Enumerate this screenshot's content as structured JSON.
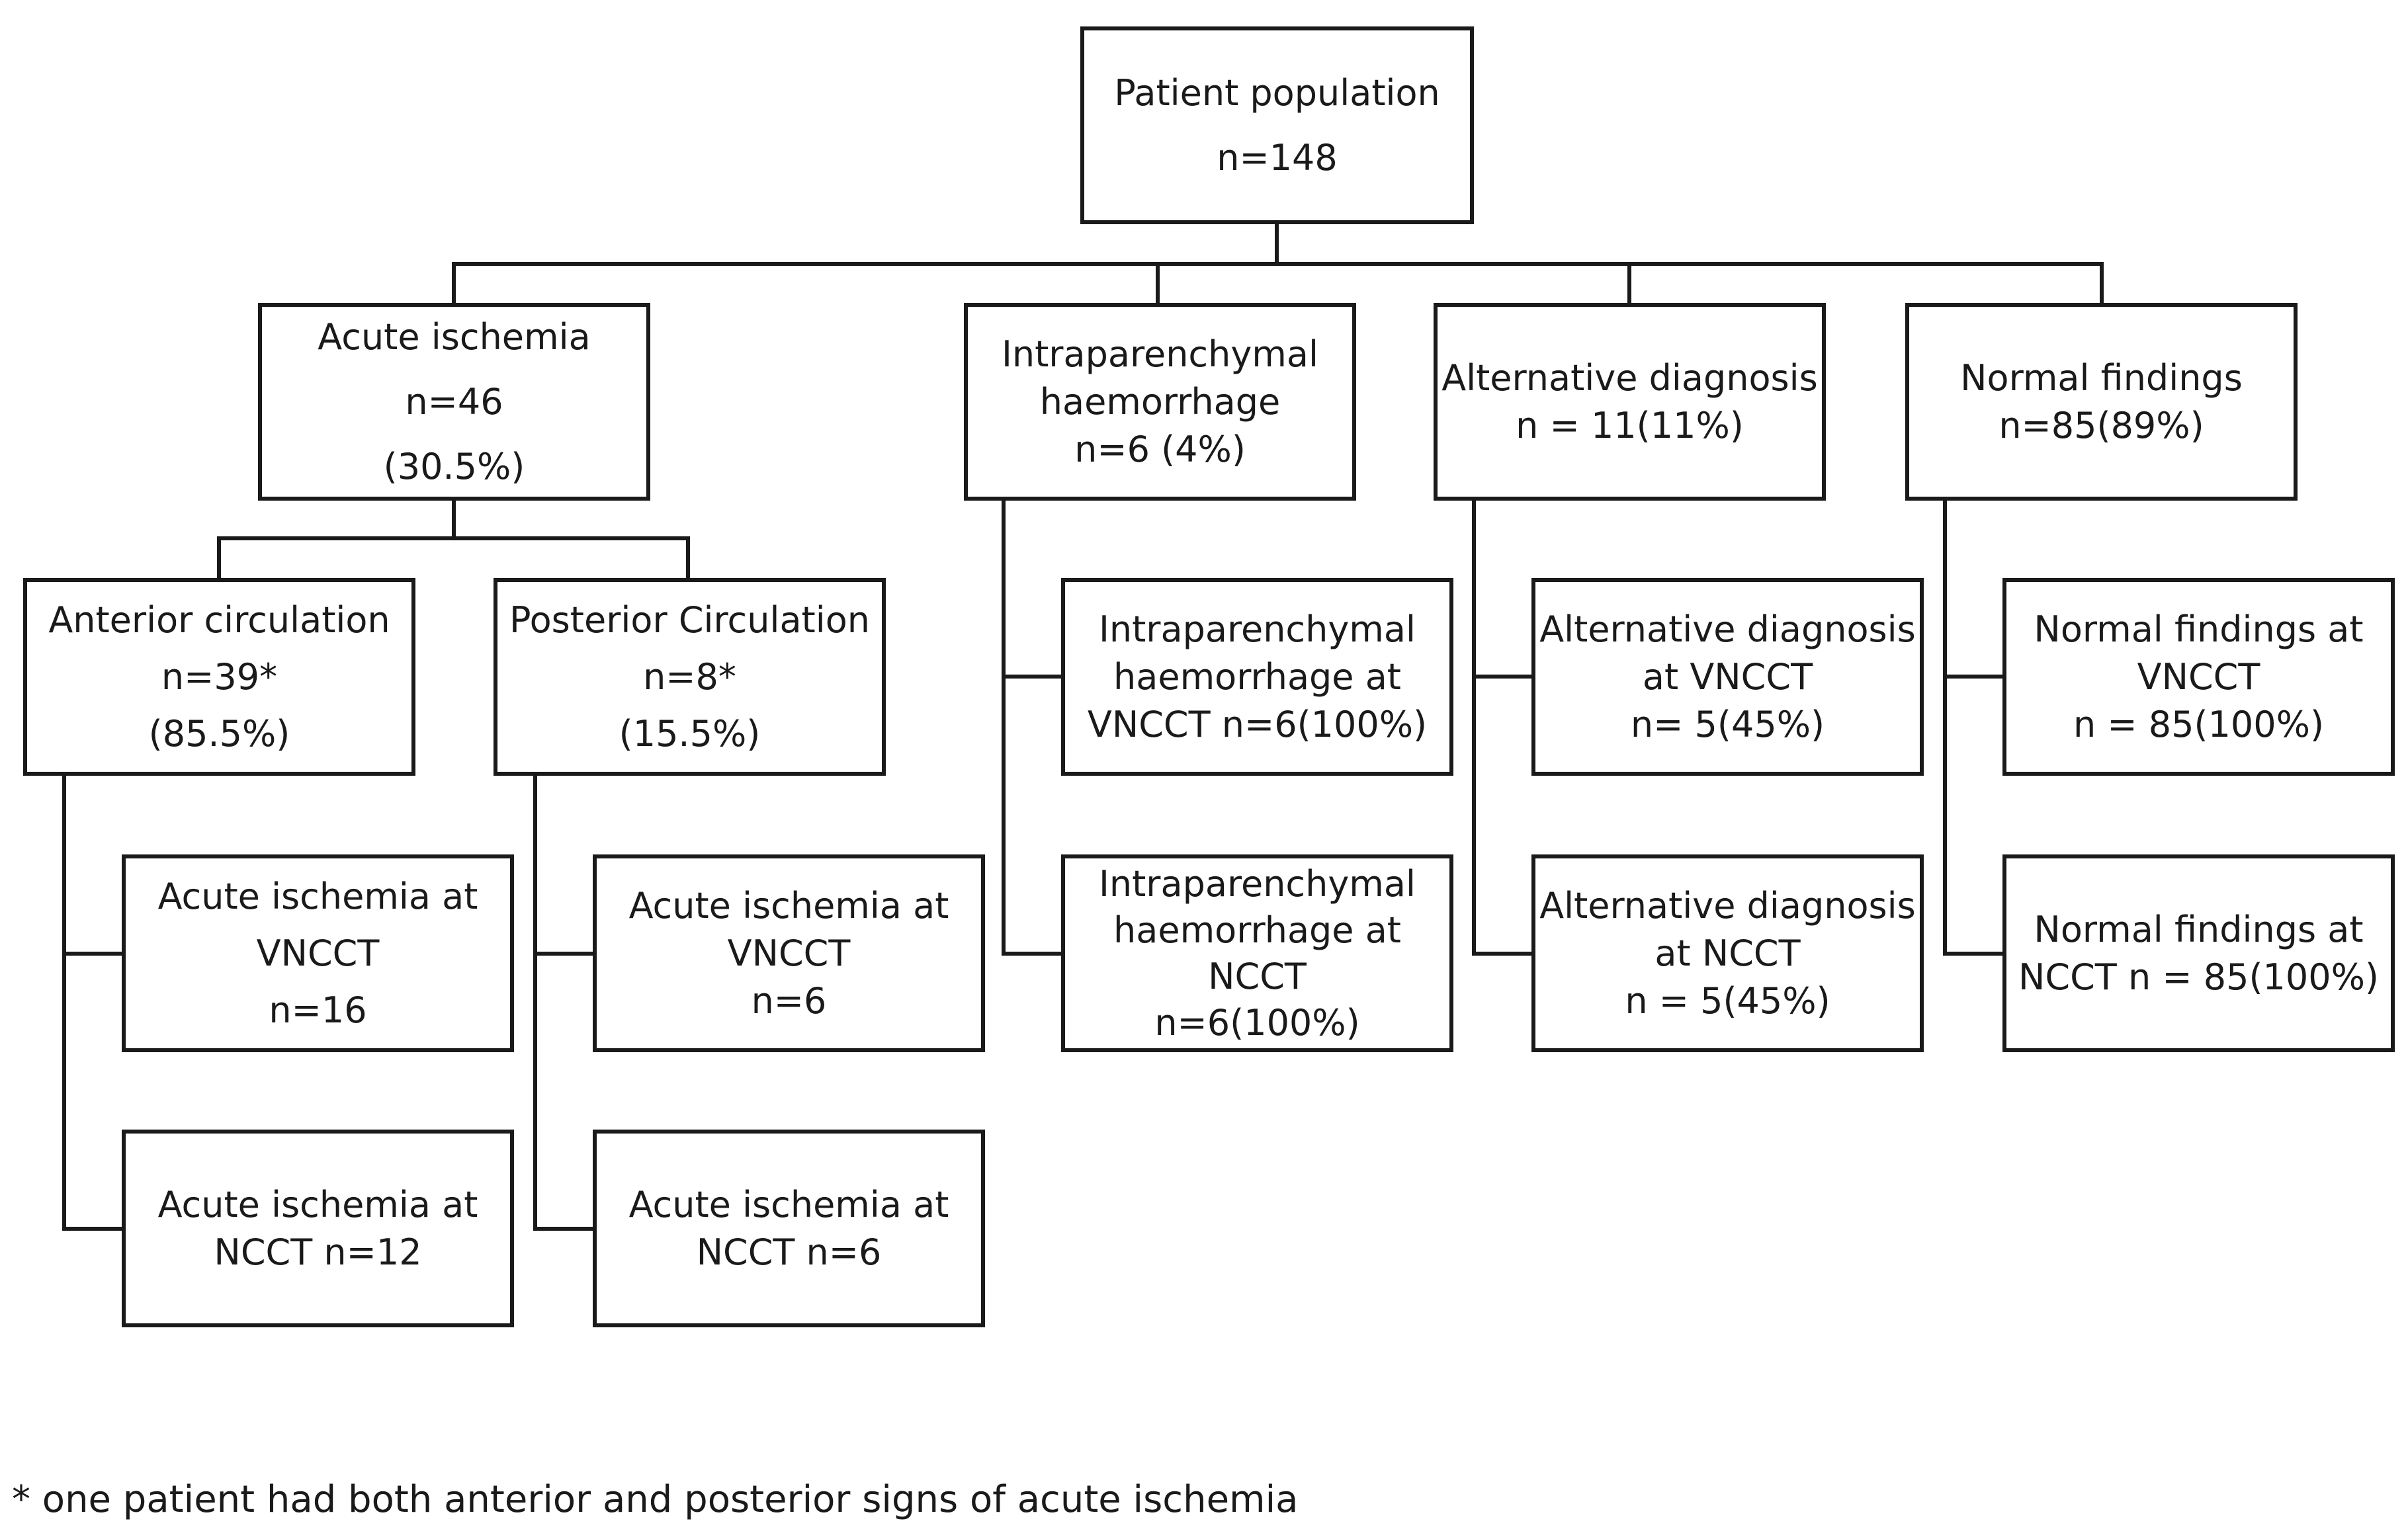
{
  "root": {
    "lines": [
      "Patient population",
      "n=148"
    ]
  },
  "acute": {
    "lines": [
      "Acute ischemia",
      "n=46",
      "(30.5%)"
    ]
  },
  "anterior": {
    "lines": [
      "Anterior circulation",
      "n=39*",
      "(85.5%)"
    ]
  },
  "posterior": {
    "lines": [
      "Posterior Circulation",
      "n=8*",
      "(15.5%)"
    ]
  },
  "ant_vncct": {
    "lines": [
      "Acute ischemia at",
      "VNCCT",
      "n=16"
    ]
  },
  "ant_ncct": {
    "lines": [
      "Acute ischemia at",
      "NCCT n=12"
    ]
  },
  "post_vncct": {
    "lines": [
      "Acute ischemia at",
      "VNCCT",
      "n=6"
    ]
  },
  "post_ncct": {
    "lines": [
      "Acute ischemia at",
      "NCCT n=6"
    ]
  },
  "iph": {
    "lines": [
      "Intraparenchymal",
      "haemorrhage",
      "n=6 (4%)"
    ]
  },
  "iph_vncct": {
    "lines": [
      "Intraparenchymal",
      "haemorrhage at",
      "VNCCT n=6(100%)"
    ]
  },
  "iph_ncct": {
    "lines": [
      "Intraparenchymal",
      "haemorrhage at",
      "NCCT",
      "n=6(100%)"
    ]
  },
  "alt": {
    "lines": [
      "Alternative diagnosis",
      "n = 11(11%)"
    ]
  },
  "alt_vncct": {
    "lines": [
      "Alternative diagnosis",
      "at VNCCT",
      "n= 5(45%)"
    ]
  },
  "alt_ncct": {
    "lines": [
      "Alternative diagnosis",
      "at NCCT",
      "n = 5(45%)"
    ]
  },
  "normal": {
    "lines": [
      "Normal findings",
      "n=85(89%)"
    ]
  },
  "normal_vncct": {
    "lines": [
      "Normal findings at",
      "VNCCT",
      "n = 85(100%)"
    ]
  },
  "normal_ncct": {
    "lines": [
      "Normal findings at",
      "NCCT n = 85(100%)"
    ]
  },
  "footnote": "* one patient had both anterior and posterior signs of acute ischemia"
}
